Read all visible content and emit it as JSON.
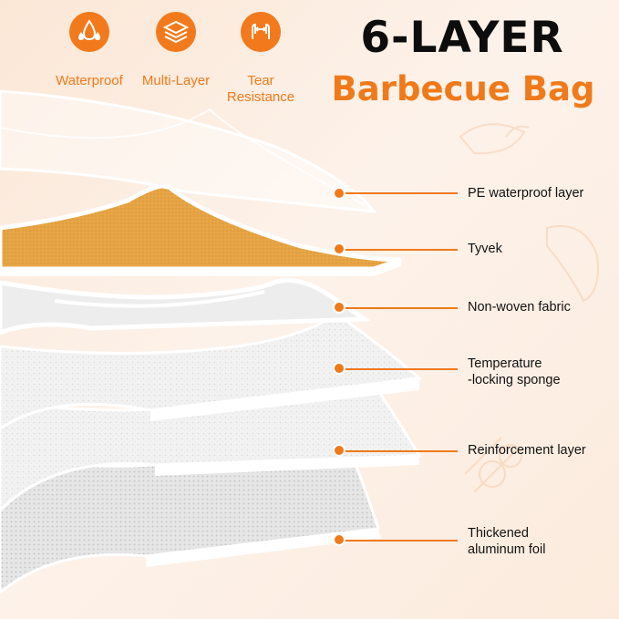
{
  "title": {
    "line1": "6-LAYER",
    "line2": "Barbecue Bag"
  },
  "badges": [
    {
      "label": "Waterproof",
      "icon": "water-drops-icon"
    },
    {
      "label": "Multi-Layer",
      "icon": "stacked-layers-icon"
    },
    {
      "label": "Tear\nResistance",
      "icon": "tearing-hands-icon"
    }
  ],
  "layers": [
    {
      "label": "PE waterproof layer"
    },
    {
      "label": "Tyvek"
    },
    {
      "label": "Non-woven fabric"
    },
    {
      "label": "Temperature\n-locking sponge"
    },
    {
      "label": "Reinforcement layer"
    },
    {
      "label": "Thickened\naluminum foil"
    }
  ],
  "colors": {
    "accent": "#f07a1a",
    "tyvek": "#e7a445",
    "background": "#fdf0e6"
  }
}
